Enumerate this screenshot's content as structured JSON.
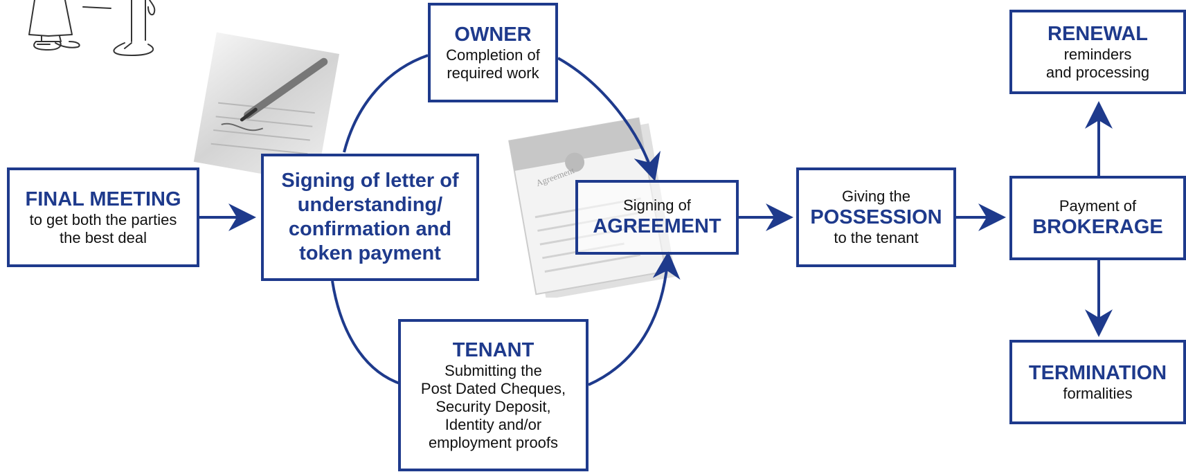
{
  "colors": {
    "accent": "#1e3a8c",
    "text": "#111111"
  },
  "boxes": {
    "final_meeting": {
      "title": "FINAL MEETING",
      "sub": "to get both the parties\nthe best deal"
    },
    "letter": {
      "title": "Signing of letter of\nunderstanding/\nconfirmation and\ntoken payment"
    },
    "owner": {
      "title": "OWNER",
      "sub": "Completion of\nrequired work"
    },
    "tenant": {
      "title": "TENANT",
      "sub": "Submitting the\nPost Dated Cheques,\nSecurity Deposit,\nIdentity and/or\nemployment proofs"
    },
    "agreement": {
      "pre": "Signing of",
      "title": "AGREEMENT"
    },
    "possession": {
      "pre": "Giving the",
      "title": "POSSESSION",
      "post": "to the tenant"
    },
    "brokerage": {
      "pre": "Payment of",
      "title": "BROKERAGE"
    },
    "renewal": {
      "title": "RENEWAL",
      "sub": "reminders\nand processing"
    },
    "termination": {
      "title": "TERMINATION",
      "sub": "formalities"
    }
  },
  "decorations": {
    "doc_heading": "Agreement",
    "photo_pen": "pen-signing-photo",
    "photo_agreement": "agreement-document-photo",
    "people": "people-sketch-illustration"
  }
}
